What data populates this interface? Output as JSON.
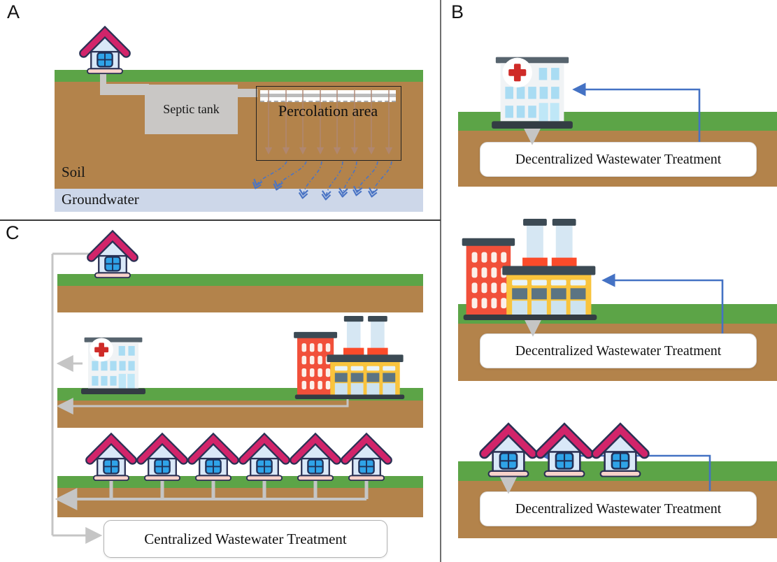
{
  "panels": {
    "a": {
      "label": "A",
      "septic_tank": "Septic tank",
      "percolation_area": "Percolation area",
      "soil": "Soil",
      "groundwater": "Groundwater"
    },
    "b": {
      "label": "B",
      "scenes": [
        {
          "building": "hospital",
          "treatment": "Decentralized Wastewater Treatment"
        },
        {
          "building": "factory",
          "treatment": "Decentralized Wastewater Treatment"
        },
        {
          "building": "houses",
          "treatment": "Decentralized Wastewater Treatment"
        }
      ]
    },
    "c": {
      "label": "C",
      "treatment": "Centralized Wastewater Treatment"
    }
  },
  "icons": {
    "house": "house-icon",
    "hospital": "hospital-icon",
    "factory": "factory-icon"
  },
  "colors": {
    "grass": "#5ca447",
    "soil": "#b3834b",
    "groundwater": "#cdd7e9",
    "pipe_gray": "#c5c5c5",
    "septic_tank_gray": "#c9c7c5",
    "flow_arrow_blue": "#4472c4",
    "house_roof_pink": "#d2246a",
    "factory_red": "#f1503a",
    "factory_yellow": "#f9c43d",
    "hospital_cross_red": "#cf2b28"
  }
}
